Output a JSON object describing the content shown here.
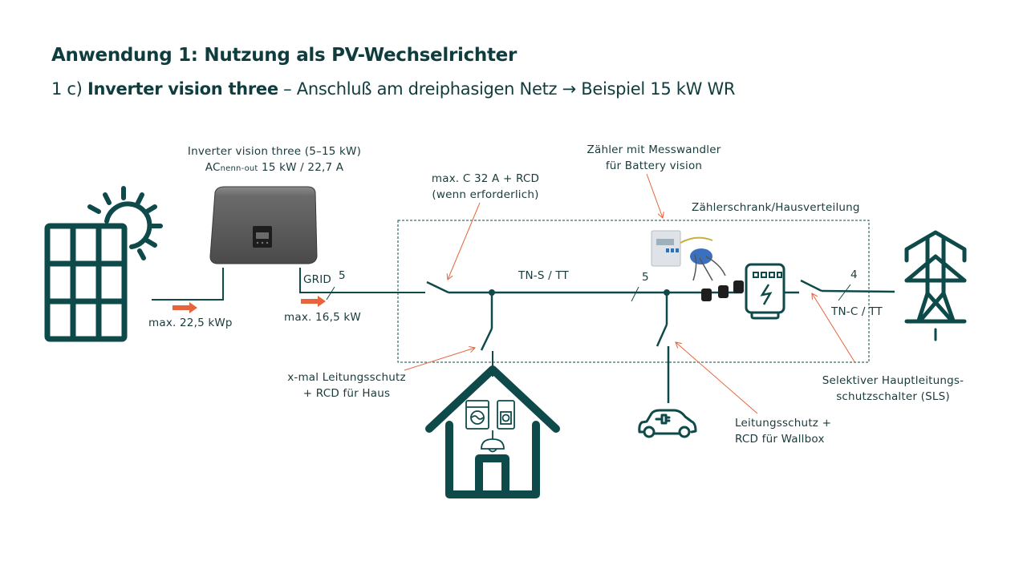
{
  "header": {
    "title": "Anwendung 1: Nutzung als PV-Wechselrichter",
    "subtitle_prefix": "1 c)",
    "subtitle_bold": "Inverter vision three",
    "subtitle_rest": "– Anschluß am dreiphasigen Netz → Beispiel 15 kW WR"
  },
  "inverter": {
    "name_line": "Inverter vision three (5–15 kW)",
    "ac_prefix": "AC",
    "ac_sub": "nenn-out",
    "ac_values": "15 kW / 22,7 A",
    "grid_label": "GRID",
    "grid_conductors": "5"
  },
  "pv": {
    "max_label": "max. 22,5 kWp"
  },
  "ac_output": {
    "max_label": "max. 16,5 kW"
  },
  "breaker_main_in": {
    "line1": "max. C 32 A + RCD",
    "line2": "(wenn erforderlich)"
  },
  "meter_label": {
    "line1": "Zähler mit Messwandler",
    "line2": "für Battery vision"
  },
  "cabinet_label": "Zählerschrank/Hausverteilung",
  "network": {
    "tn_s": "TN-S / TT",
    "conductors_5": "5",
    "conductors_4": "4",
    "tn_c": "TN-C / TT"
  },
  "house_label": {
    "line1": "x-mal Leitungsschutz",
    "line2": "+ RCD für Haus"
  },
  "wallbox_label": {
    "line1": "Leitungsschutz +",
    "line2": "RCD für Wallbox"
  },
  "sls_label": {
    "line1": "Selektiver Hauptleitungs-",
    "line2": "schutzschalter (SLS)"
  },
  "colors": {
    "primary": "#0f4a4a",
    "accent": "#e8643c",
    "text": "#1a3a3b"
  },
  "icons": [
    "solar-panel-icon",
    "sun-icon",
    "inverter-device",
    "house-icon",
    "washing-machine-icon",
    "socket-icon",
    "lamp-icon",
    "electric-car-icon",
    "meter-icon",
    "power-pylon-icon",
    "current-transformer-icon"
  ]
}
